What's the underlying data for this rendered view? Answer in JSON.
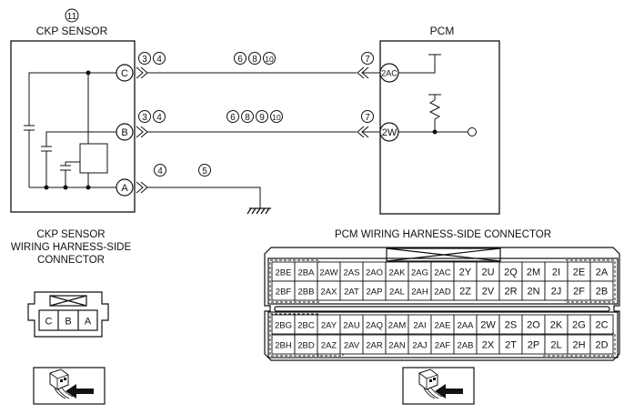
{
  "ckp": {
    "ref": "11",
    "title": "CKP SENSOR",
    "pins": [
      "C",
      "B",
      "A"
    ],
    "connector_title": [
      "CKP SENSOR",
      "WIRING HARNESS-SIDE",
      "CONNECTOR"
    ],
    "connector_pins": [
      "C",
      "B",
      "A"
    ]
  },
  "pcm": {
    "title": "PCM",
    "pins": [
      "2AC",
      "2W"
    ],
    "connector_title": "PCM WIRING HARNESS-SIDE CONNECTOR",
    "upper_row1": [
      "2BE",
      "2BA",
      "2AW",
      "2AS",
      "2AO",
      "2AK",
      "2AG",
      "2AC",
      "2Y",
      "2U",
      "2Q",
      "2M",
      "2I",
      "2E",
      "2A"
    ],
    "upper_row2": [
      "2BF",
      "2BB",
      "2AX",
      "2AT",
      "2AP",
      "2AL",
      "2AH",
      "2AD",
      "2Z",
      "2V",
      "2R",
      "2N",
      "2J",
      "2F",
      "2B"
    ],
    "lower_row1": [
      "2BG",
      "2BC",
      "2AY",
      "2AU",
      "2AQ",
      "2AM",
      "2AI",
      "2AE",
      "2AA",
      "2W",
      "2S",
      "2O",
      "2K",
      "2G",
      "2C"
    ],
    "lower_row2": [
      "2BH",
      "2BD",
      "2AZ",
      "2AV",
      "2AR",
      "2AN",
      "2AJ",
      "2AF",
      "2AB",
      "2X",
      "2T",
      "2P",
      "2L",
      "2H",
      "2D"
    ]
  },
  "wires": {
    "c_left_refs": [
      "3",
      "4"
    ],
    "c_mid_refs": [
      "6",
      "8",
      "10"
    ],
    "c_right_refs": [
      "7"
    ],
    "b_left_refs": [
      "3",
      "4"
    ],
    "b_mid_refs": [
      "6",
      "8",
      "9",
      "10"
    ],
    "b_right_refs": [
      "7"
    ],
    "a_left_refs": [
      "4"
    ],
    "a_mid_refs": [
      "5"
    ]
  }
}
